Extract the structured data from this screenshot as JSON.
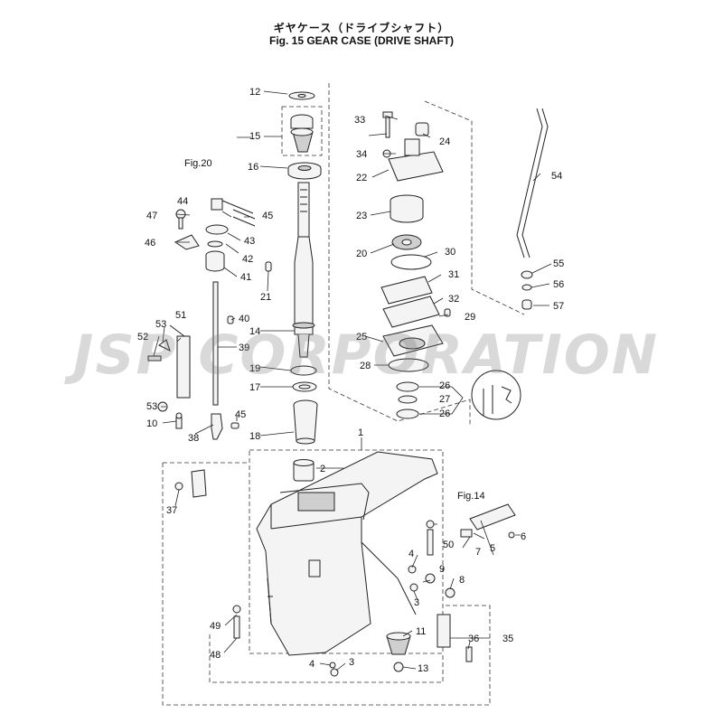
{
  "header": {
    "title_jp": "ギヤケース（ドライブシャフト）",
    "title_en": "Fig. 15    GEAR CASE (DRIVE SHAFT)"
  },
  "watermark": "JSP CORPORATION",
  "refs": {
    "fig20": "Fig.20",
    "fig14": "Fig.14"
  },
  "callouts": {
    "c1": "1",
    "c2": "2",
    "c3a": "3",
    "c3b": "3",
    "c4a": "4",
    "c4b": "4",
    "c5": "5",
    "c6": "6",
    "c7": "7",
    "c8": "8",
    "c9": "9",
    "c10": "10",
    "c11": "11",
    "c12": "12",
    "c13": "13",
    "c14": "14",
    "c15": "15",
    "c16": "16",
    "c17": "17",
    "c18": "18",
    "c19": "19",
    "c20": "20",
    "c21": "21",
    "c22": "22",
    "c23": "23",
    "c24": "24",
    "c25": "25",
    "c26a": "26",
    "c26b": "26",
    "c27": "27",
    "c28": "28",
    "c29": "29",
    "c30": "30",
    "c31": "31",
    "c32": "32",
    "c33": "33",
    "c34": "34",
    "c35": "35",
    "c36": "36",
    "c37": "37",
    "c38": "38",
    "c39": "39",
    "c40": "40",
    "c41": "41",
    "c42": "42",
    "c43": "43",
    "c44": "44",
    "c45a": "45",
    "c45b": "45",
    "c46": "46",
    "c47": "47",
    "c48": "48",
    "c49": "49",
    "c50": "50",
    "c51": "51",
    "c52": "52",
    "c53a": "53",
    "c53b": "53",
    "c54": "54",
    "c55": "55",
    "c56": "56",
    "c57": "57"
  },
  "colors": {
    "line": "#222222",
    "fill": "#f4f4f4",
    "watermark": "#787878"
  }
}
